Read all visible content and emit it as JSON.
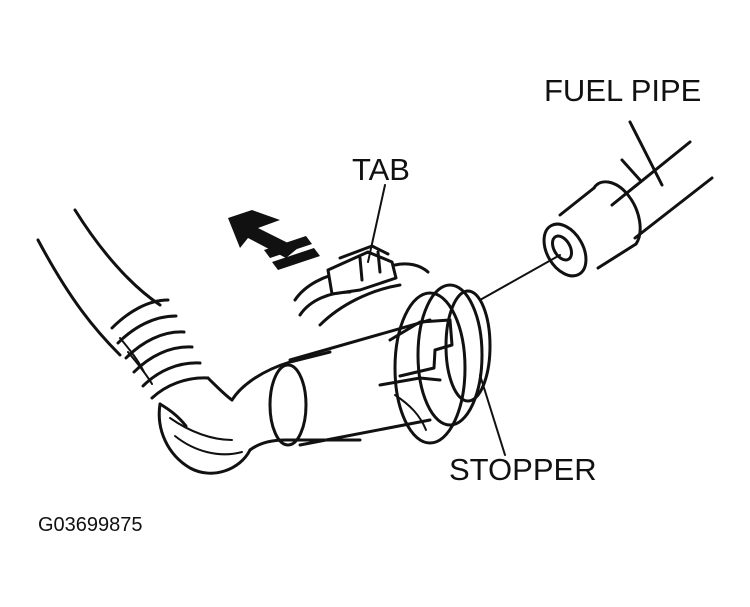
{
  "labels": {
    "fuel_pipe": "FUEL PIPE",
    "tab": "TAB",
    "stopper": "STOPPER"
  },
  "figure_code": "G03699875",
  "colors": {
    "ink": "#111111",
    "paper": "#ffffff"
  }
}
